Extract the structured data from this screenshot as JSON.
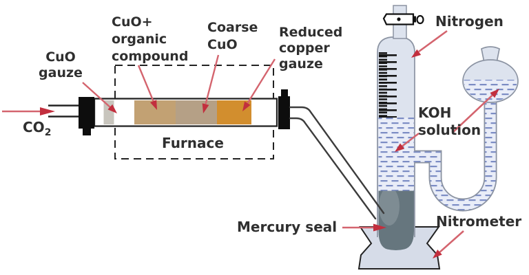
{
  "title": "Dumas method apparatus diagram",
  "labels": {
    "co2": {
      "base": "CO",
      "sub": "2"
    },
    "cuo_gauze": {
      "lines": [
        "CuO",
        "gauze"
      ]
    },
    "cuo_organic": {
      "lines": [
        "CuO+",
        "organic",
        "compound"
      ]
    },
    "coarse_cuo": {
      "lines": [
        "Coarse",
        "CuO"
      ]
    },
    "reduced_copper": {
      "lines": [
        "Reduced",
        "copper",
        "gauze"
      ]
    },
    "furnace": "Furnace",
    "nitrogen": "Nitrogen",
    "koh": {
      "lines": [
        "KOH",
        "solution"
      ]
    },
    "mercury_seal": "Mercury seal",
    "nitrometer": "Nitrometer"
  },
  "colors": {
    "text": "#2f2f2f",
    "outline": "#222222",
    "glass-fill": "#dde3ee",
    "glass-border": "#8b93a2",
    "liquid-bg": "#e9edf8",
    "liquid-dash": "#7b8cc4",
    "mercury": "#66767e",
    "mercury-light": "#95a1a8",
    "base-fill": "#d6dce8",
    "cuo-gauze-band": "#c8c5bd",
    "cuo-organic-seg": "#c2a173",
    "coarse-cuo-seg": "#b5a086",
    "reduced-copper-seg": "#d28e2e",
    "arrow-shaft": "#d4646e",
    "arrow-head": "#c22f3e",
    "clamp": "#0d0d0d",
    "tick": "#151515"
  }
}
